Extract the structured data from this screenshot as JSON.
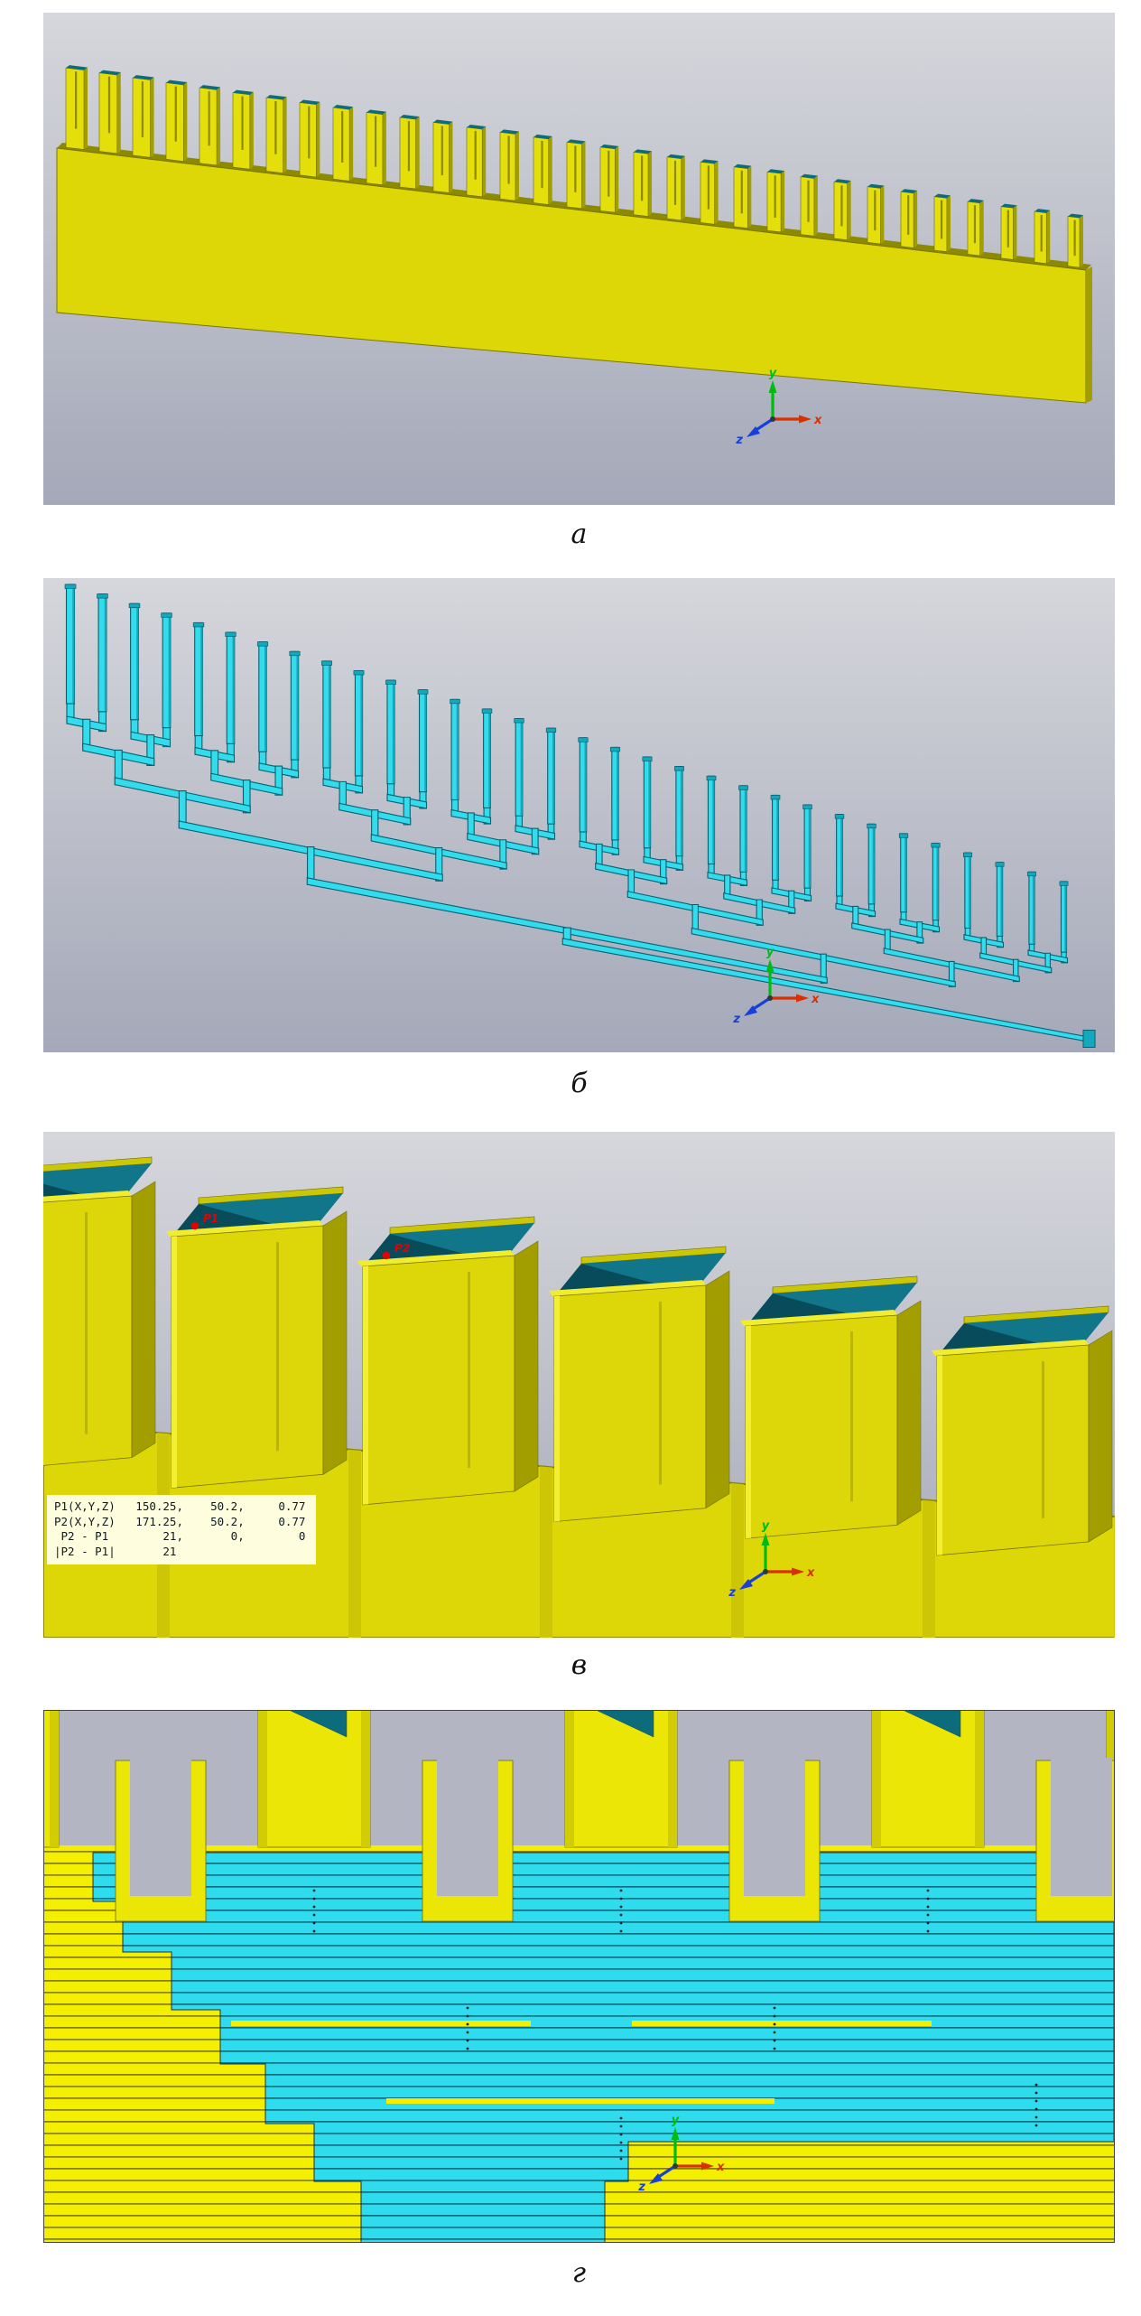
{
  "figure": {
    "panels": [
      {
        "id": "a",
        "caption": "а",
        "view": "3D model of slotted antenna array (yellow metal)"
      },
      {
        "id": "b",
        "caption": "б",
        "view": "3D model of corporate feed network (cyan)"
      },
      {
        "id": "v",
        "caption": "в",
        "view": "Zoomed view of array elements with picked points"
      },
      {
        "id": "g",
        "caption": "г",
        "view": "Longitudinal cross-section of array and feed"
      }
    ]
  },
  "axes_triad": {
    "x_label": "x",
    "y_label": "y",
    "z_label": "z",
    "x_color": "#d93000",
    "y_color": "#00bb10",
    "z_color": "#1840d8"
  },
  "measurement": {
    "p1_label": "P1",
    "p2_label": "P2",
    "p1": {
      "x": "150.25",
      "y": "50.2",
      "z": "0.77"
    },
    "p2": {
      "x": "171.25",
      "y": "50.2",
      "z": "0.77"
    },
    "delta": {
      "x": "21",
      "y": "0",
      "z": "0"
    },
    "distance": "21",
    "box_lines": [
      "P1(X,Y,Z)   150.25,    50.2,     0.77",
      "P2(X,Y,Z)   171.25,    50.2,     0.77",
      " P2 - P1        21,       0,        0",
      "|P2 - P1|       21"
    ]
  },
  "model": {
    "array_element_count": 31,
    "feed_output_count": 32,
    "colors": {
      "bg_top": "#d6d7dc",
      "bg_bottom": "#a4a8b8",
      "bg_flat": "#b3b6c2",
      "metal_yellow": "#ddd708",
      "metal_yellow_bright": "#f1ec2e",
      "metal_yellow_dark": "#a29e00",
      "metal_olive": "#8c8a00",
      "aperture_teal": "#0d6c7c",
      "aperture_teal_dark": "#084c5c",
      "feed_cyan": "#32dcec",
      "feed_cyan_mid": "#14a8bc",
      "feed_cyan_dark": "#076070",
      "section_yellow": "#f4ef00",
      "section_yellow_line": "#827e06",
      "section_cyan": "#2edcee",
      "section_cyan_line": "#0b7082",
      "point_red": "#e60000"
    }
  }
}
